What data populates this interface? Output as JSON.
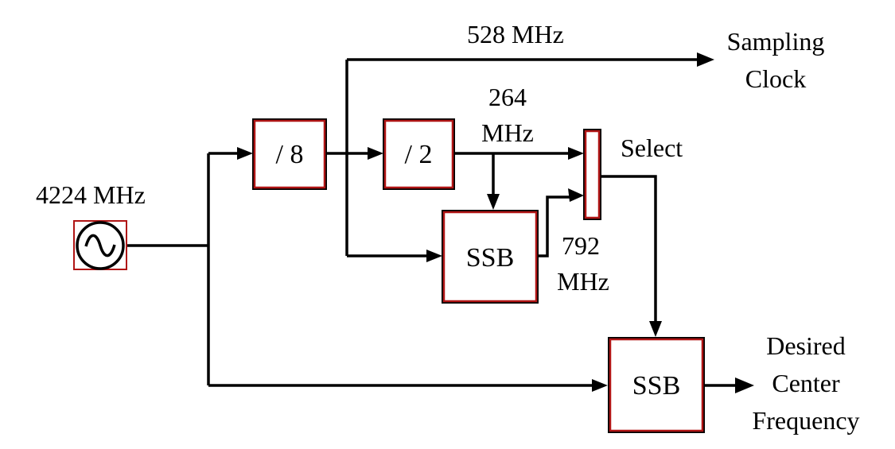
{
  "source": {
    "label": "4224 MHz",
    "icon": "sine-wave-icon"
  },
  "blocks": {
    "div8": "/ 8",
    "div2": "/ 2",
    "ssb1": "SSB",
    "ssb2": "SSB"
  },
  "labels": {
    "f528": "528 MHz",
    "sampling_line1": "Sampling",
    "sampling_line2": "Clock",
    "f264_line1": "264",
    "f264_line2": "MHz",
    "select": "Select",
    "f792_line1": "792",
    "f792_line2": "MHz",
    "output_line1": "Desired",
    "output_line2": "Center",
    "output_line3": "Frequency"
  },
  "colors": {
    "line": "#000000",
    "block_border": "#b01515"
  }
}
